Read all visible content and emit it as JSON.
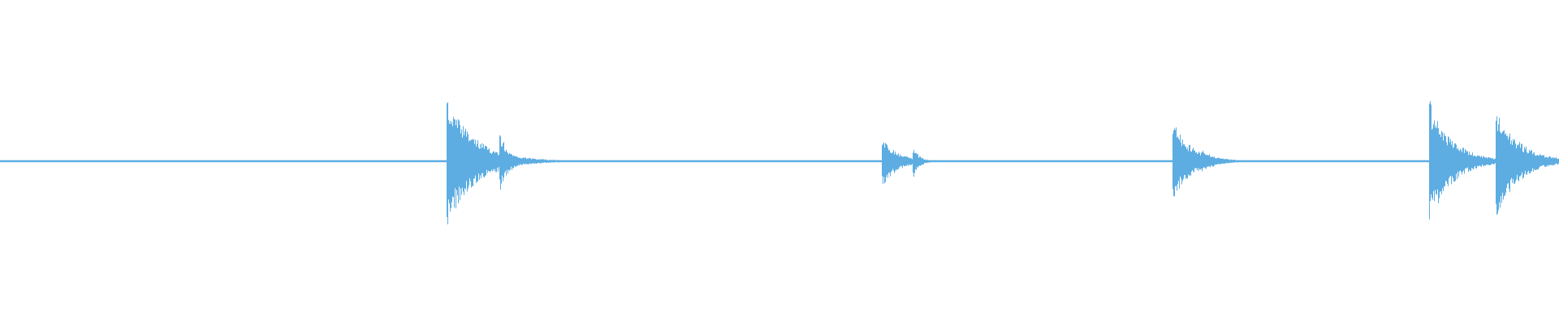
{
  "waveform": {
    "color": "#5dade2",
    "background": "#ffffff",
    "baseline_amplitude": 0.012,
    "transients": [
      {
        "time": 0.287,
        "peak": 0.98,
        "neg_peak": 1.0,
        "decay": 0.018
      },
      {
        "time": 0.3205,
        "peak": 0.48,
        "neg_peak": 0.5,
        "decay": 0.006
      },
      {
        "time": 0.566,
        "peak": 0.36,
        "neg_peak": 0.4,
        "decay": 0.01
      },
      {
        "time": 0.586,
        "peak": 0.22,
        "neg_peak": 0.25,
        "decay": 0.004
      },
      {
        "time": 0.7525,
        "peak": 0.63,
        "neg_peak": 0.62,
        "decay": 0.012
      },
      {
        "time": 0.771,
        "peak": 0.18,
        "neg_peak": 0.18,
        "decay": 0.01
      },
      {
        "time": 0.917,
        "peak": 0.98,
        "neg_peak": 1.0,
        "decay": 0.014
      },
      {
        "time": 0.9595,
        "peak": 0.91,
        "neg_peak": 0.94,
        "decay": 0.014
      }
    ]
  }
}
